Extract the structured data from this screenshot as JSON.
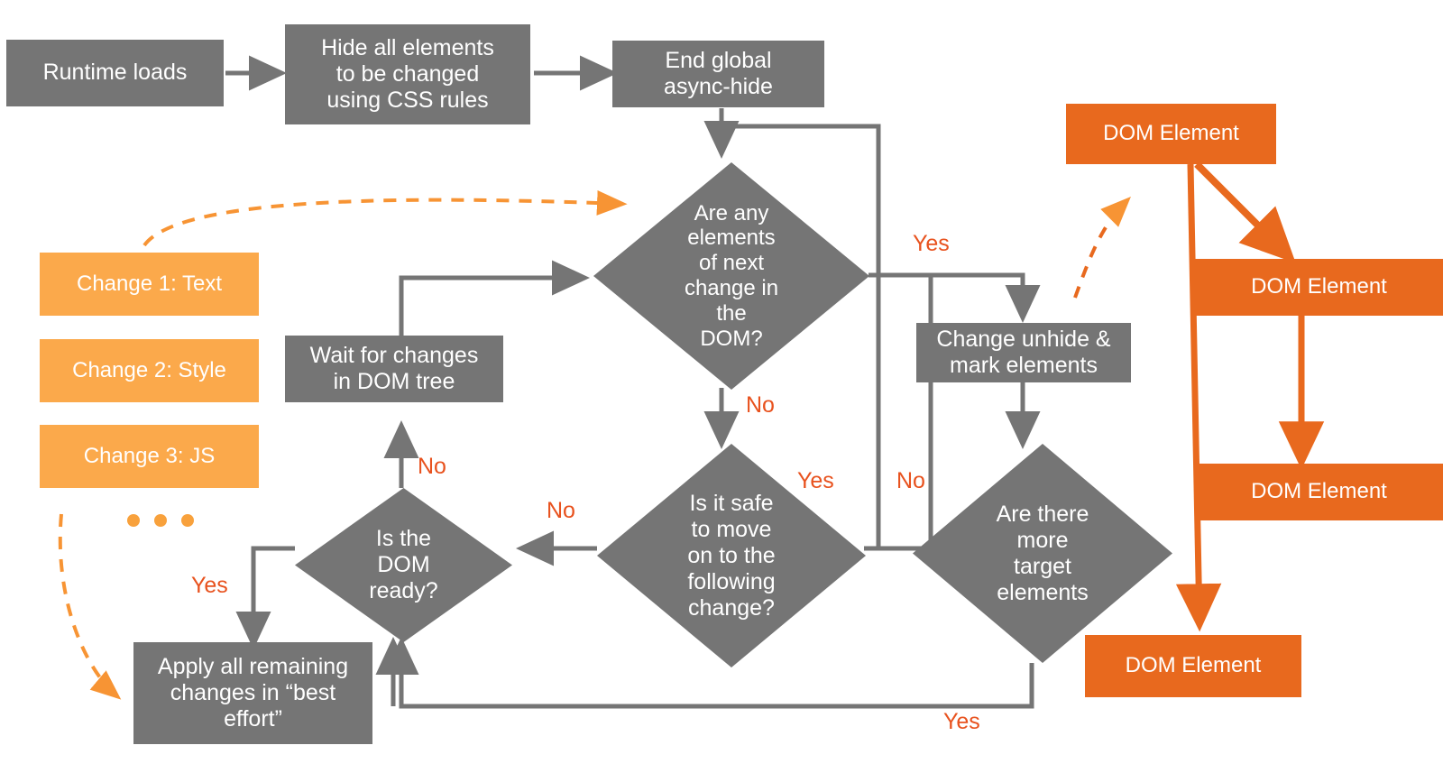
{
  "diagram": {
    "title": "Runtime change-application flowchart",
    "colors": {
      "process_gray": "#757575",
      "change_orange": "#FBA94B",
      "dom_orange": "#E8691E",
      "label_orange": "#E8521E",
      "background": "#FFFFFF"
    },
    "process_nodes": [
      {
        "id": "runtime_loads",
        "label": "Runtime loads"
      },
      {
        "id": "hide_all",
        "label": "Hide all elements\nto be changed\nusing CSS rules"
      },
      {
        "id": "end_async_hide",
        "label": "End global\nasync-hide"
      },
      {
        "id": "wait_changes",
        "label": "Wait for changes\nin DOM tree"
      },
      {
        "id": "change_unhide",
        "label": "Change unhide &\nmark elements"
      },
      {
        "id": "apply_remaining",
        "label": "Apply all remaining\nchanges in “best\neffort”"
      }
    ],
    "decision_nodes": [
      {
        "id": "any_elements",
        "label": "Are any\nelements\nof next\nchange in\nthe\nDOM?"
      },
      {
        "id": "safe_to_move",
        "label": "Is it safe\nto move\non to the\nfollowing\nchange?"
      },
      {
        "id": "dom_ready",
        "label": "Is the\nDOM\nready?"
      },
      {
        "id": "more_targets",
        "label": "Are there\nmore\ntarget\nelements"
      }
    ],
    "change_nodes": [
      {
        "id": "change1",
        "label": "Change 1: Text"
      },
      {
        "id": "change2",
        "label": "Change 2: Style"
      },
      {
        "id": "change3",
        "label": "Change 3: JS"
      }
    ],
    "dom_nodes": [
      {
        "id": "dom_root",
        "label": "DOM Element"
      },
      {
        "id": "dom_child1",
        "label": "DOM Element"
      },
      {
        "id": "dom_child2",
        "label": "DOM Element"
      },
      {
        "id": "dom_child3",
        "label": "DOM Element"
      }
    ],
    "edge_labels": [
      {
        "id": "yes_any_elements",
        "label": "Yes"
      },
      {
        "id": "no_any_elements",
        "label": "No"
      },
      {
        "id": "yes_safe",
        "label": "Yes"
      },
      {
        "id": "no_safe",
        "label": "No"
      },
      {
        "id": "no_more_targets",
        "label": "No"
      },
      {
        "id": "no_dom_ready",
        "label": "No"
      },
      {
        "id": "yes_dom_ready",
        "label": "Yes"
      },
      {
        "id": "yes_more_targets",
        "label": "Yes"
      }
    ],
    "ellipsis": "• • •"
  }
}
